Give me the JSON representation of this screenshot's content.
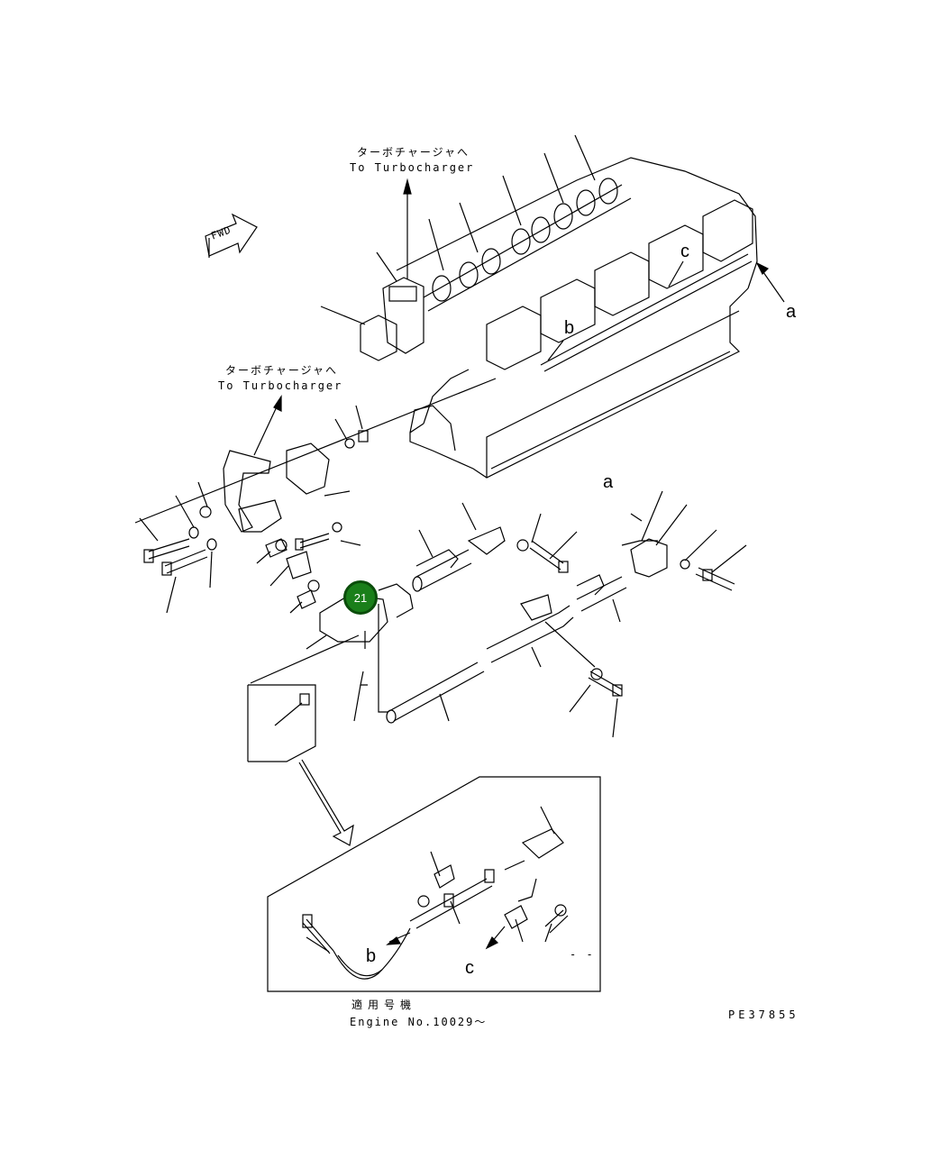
{
  "labels": {
    "top_jp": "ターボチャージャへ",
    "top_en": "To Turbocharger",
    "mid_jp": "ターボチャージャへ",
    "mid_en": "To Turbocharger",
    "fwd": "FWD",
    "applicable_jp": "適用号機",
    "applicable_en": "Engine No.10029～",
    "drawing_no": "PE37855",
    "detail_dash": "- -"
  },
  "refs": {
    "a_top": "a",
    "a_mid": "a",
    "b_top": "b",
    "c_top": "c",
    "b_inset": "b",
    "c_inset": "c"
  },
  "callouts": [
    {
      "number": "21",
      "color": "#1a7f1a"
    }
  ]
}
